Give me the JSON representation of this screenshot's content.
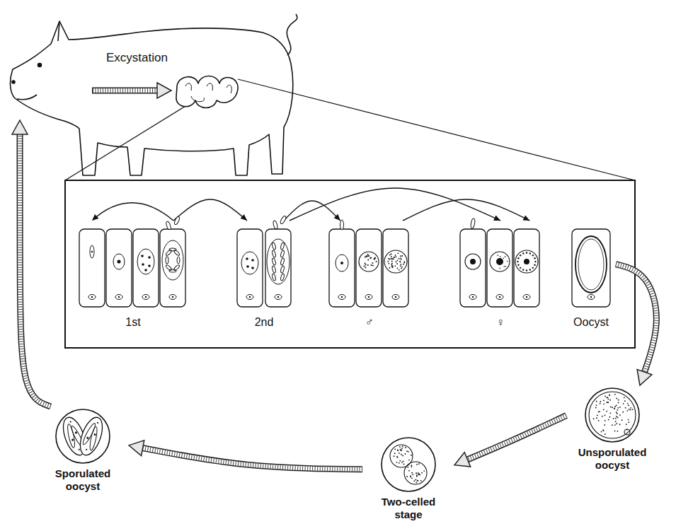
{
  "diagram": {
    "nodes": [
      {
        "text": [
          "Excystation"
        ]
      },
      {
        "text": [
          "1st"
        ]
      },
      {
        "text": [
          "2nd"
        ]
      },
      {
        "text": [
          "♂"
        ]
      },
      {
        "text": [
          "♀"
        ]
      },
      {
        "text": [
          "Oocyst"
        ]
      },
      {
        "text": [
          "Sporulated oocyst"
        ]
      },
      {
        "text": [
          "Two-celled stage"
        ]
      },
      {
        "text": [
          "Unsporulated oocyst"
        ]
      }
    ],
    "edges": [
      {
        "from": 1,
        "to": 2,
        "arrow": "to"
      },
      {
        "from": 2,
        "to": 3,
        "arrow": "to"
      },
      {
        "from": 2,
        "to": 4,
        "arrow": "to"
      },
      {
        "from": 3,
        "to": 4,
        "arrow": "to"
      },
      {
        "from": 5,
        "to": 8,
        "arrow": "to"
      },
      {
        "from": 8,
        "to": 7,
        "arrow": "to"
      },
      {
        "from": 7,
        "to": 6,
        "arrow": "to"
      },
      {
        "from": 6,
        "to": 0,
        "arrow": "to"
      }
    ]
  }
}
